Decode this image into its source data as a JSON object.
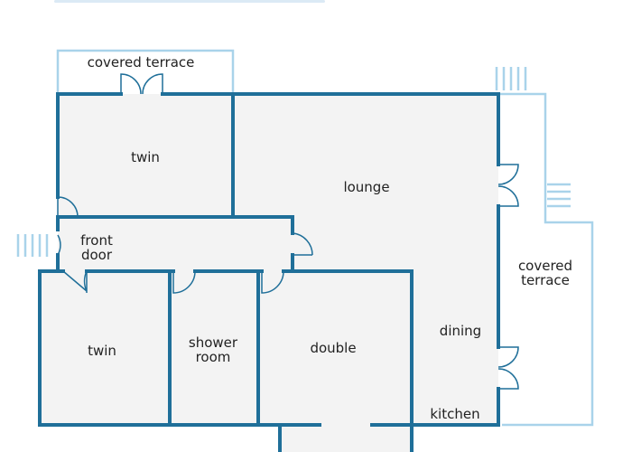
{
  "colors": {
    "wall": "#1f6f99",
    "terrace": "#a9d3ea",
    "floor": "#f3f3f3",
    "header_bar": "#dbeaf5"
  },
  "rooms": {
    "covered_terrace_top": "covered terrace",
    "twin_upper": "twin",
    "lounge": "lounge",
    "front_door_line1": "front",
    "front_door_line2": "door",
    "covered_terrace_right_line1": "covered",
    "covered_terrace_right_line2": "terrace",
    "twin_lower": "twin",
    "shower_room_line1": "shower",
    "shower_room_line2": "room",
    "double": "double",
    "dining": "dining",
    "kitchen": "kitchen"
  }
}
